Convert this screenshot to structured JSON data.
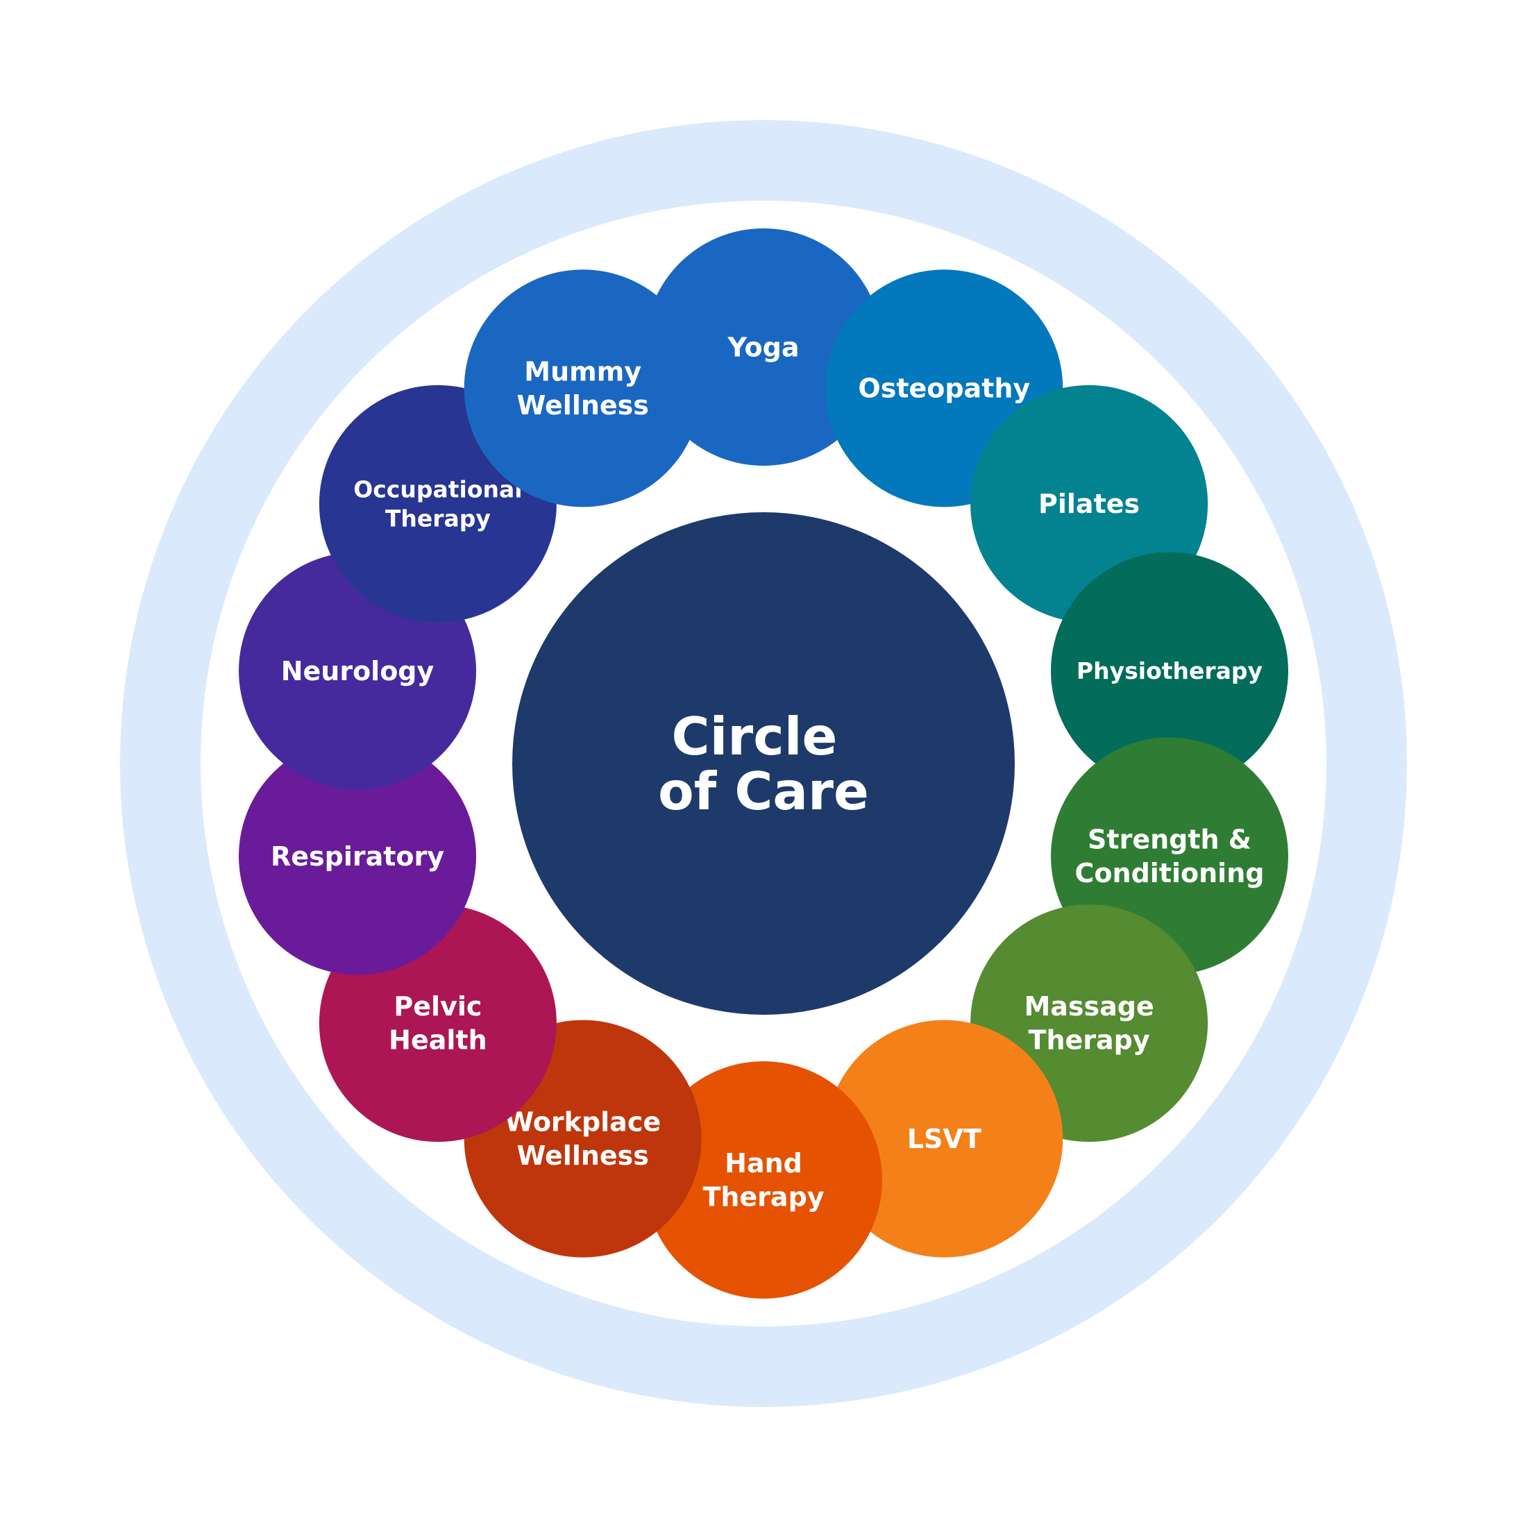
{
  "center": {
    "lines": [
      "Circle",
      "of Care"
    ],
    "color": "#1e3a6b"
  },
  "ring_color": "#dbe9fc",
  "services": [
    {
      "name": "yoga",
      "lines": [
        "Yoga"
      ],
      "color": "#1a67c1"
    },
    {
      "name": "osteopathy",
      "lines": [
        "Osteopathy"
      ],
      "color": "#0478bd"
    },
    {
      "name": "pilates",
      "lines": [
        "Pilates"
      ],
      "color": "#038290"
    },
    {
      "name": "physiotherapy",
      "lines": [
        "Physiotherapy"
      ],
      "color": "#036c5a"
    },
    {
      "name": "strength-conditioning",
      "lines": [
        "Strength &",
        "Conditioning"
      ],
      "color": "#2f7d34"
    },
    {
      "name": "massage-therapy",
      "lines": [
        "Massage",
        "Therapy"
      ],
      "color": "#558b31"
    },
    {
      "name": "lsvt",
      "lines": [
        "LSVT"
      ],
      "color": "#f48019"
    },
    {
      "name": "hand-therapy",
      "lines": [
        "Hand",
        "Therapy"
      ],
      "color": "#e55201"
    },
    {
      "name": "workplace-wellness",
      "lines": [
        "Workplace",
        "Wellness"
      ],
      "color": "#bf360d"
    },
    {
      "name": "pelvic-health",
      "lines": [
        "Pelvic",
        "Health"
      ],
      "color": "#ac1655"
    },
    {
      "name": "respiratory",
      "lines": [
        "Respiratory"
      ],
      "color": "#6a1b99"
    },
    {
      "name": "neurology",
      "lines": [
        "Neurology"
      ],
      "color": "#452a9e"
    },
    {
      "name": "occupational-therapy",
      "lines": [
        "Occupational",
        "Therapy"
      ],
      "color": "#283592"
    },
    {
      "name": "mummy-wellness",
      "lines": [
        "Mummy",
        "Wellness"
      ],
      "color": "#1a67c1"
    }
  ]
}
